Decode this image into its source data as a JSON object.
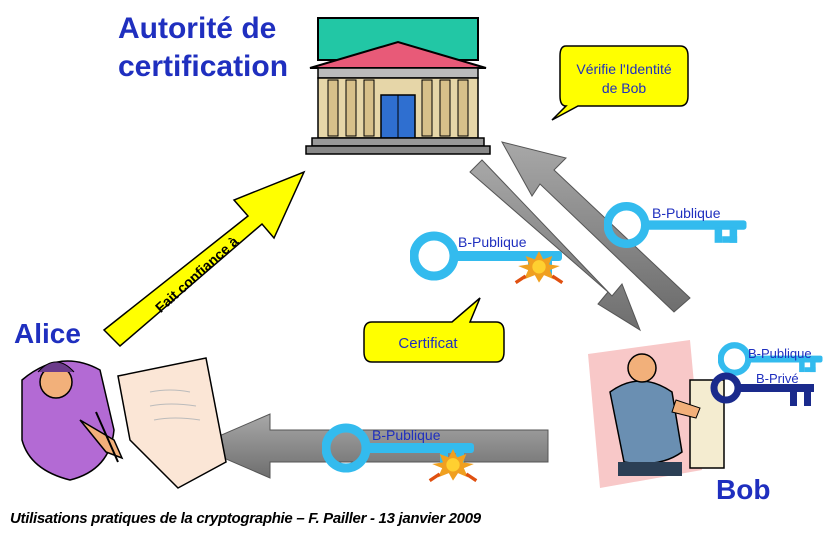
{
  "ca": {
    "title_line1": "Autorité de",
    "title_line2": "certification"
  },
  "bubble_verify": {
    "line1": "Vérifie l'Identité",
    "line2": "de Bob"
  },
  "bubble_cert": {
    "text": "Certificat"
  },
  "trust_arrow": {
    "text": "Fait confiance à"
  },
  "keys": {
    "public_label": "B-Publique",
    "private_label": "B-Privé"
  },
  "people": {
    "alice": "Alice",
    "bob": "Bob"
  },
  "footer": "Utilisations pratiques de la cryptographie – F. Pailler  - 13 janvier 2009",
  "colors": {
    "title_blue": "#1f2fbf",
    "arrow_yellow": "#ffff00",
    "arrow_gray": "#8c8c8c",
    "key_cyan": "#33bbee",
    "key_navy": "#1a2a8c",
    "building_teal": "#22c7a5",
    "roof_red": "#e85a78"
  }
}
